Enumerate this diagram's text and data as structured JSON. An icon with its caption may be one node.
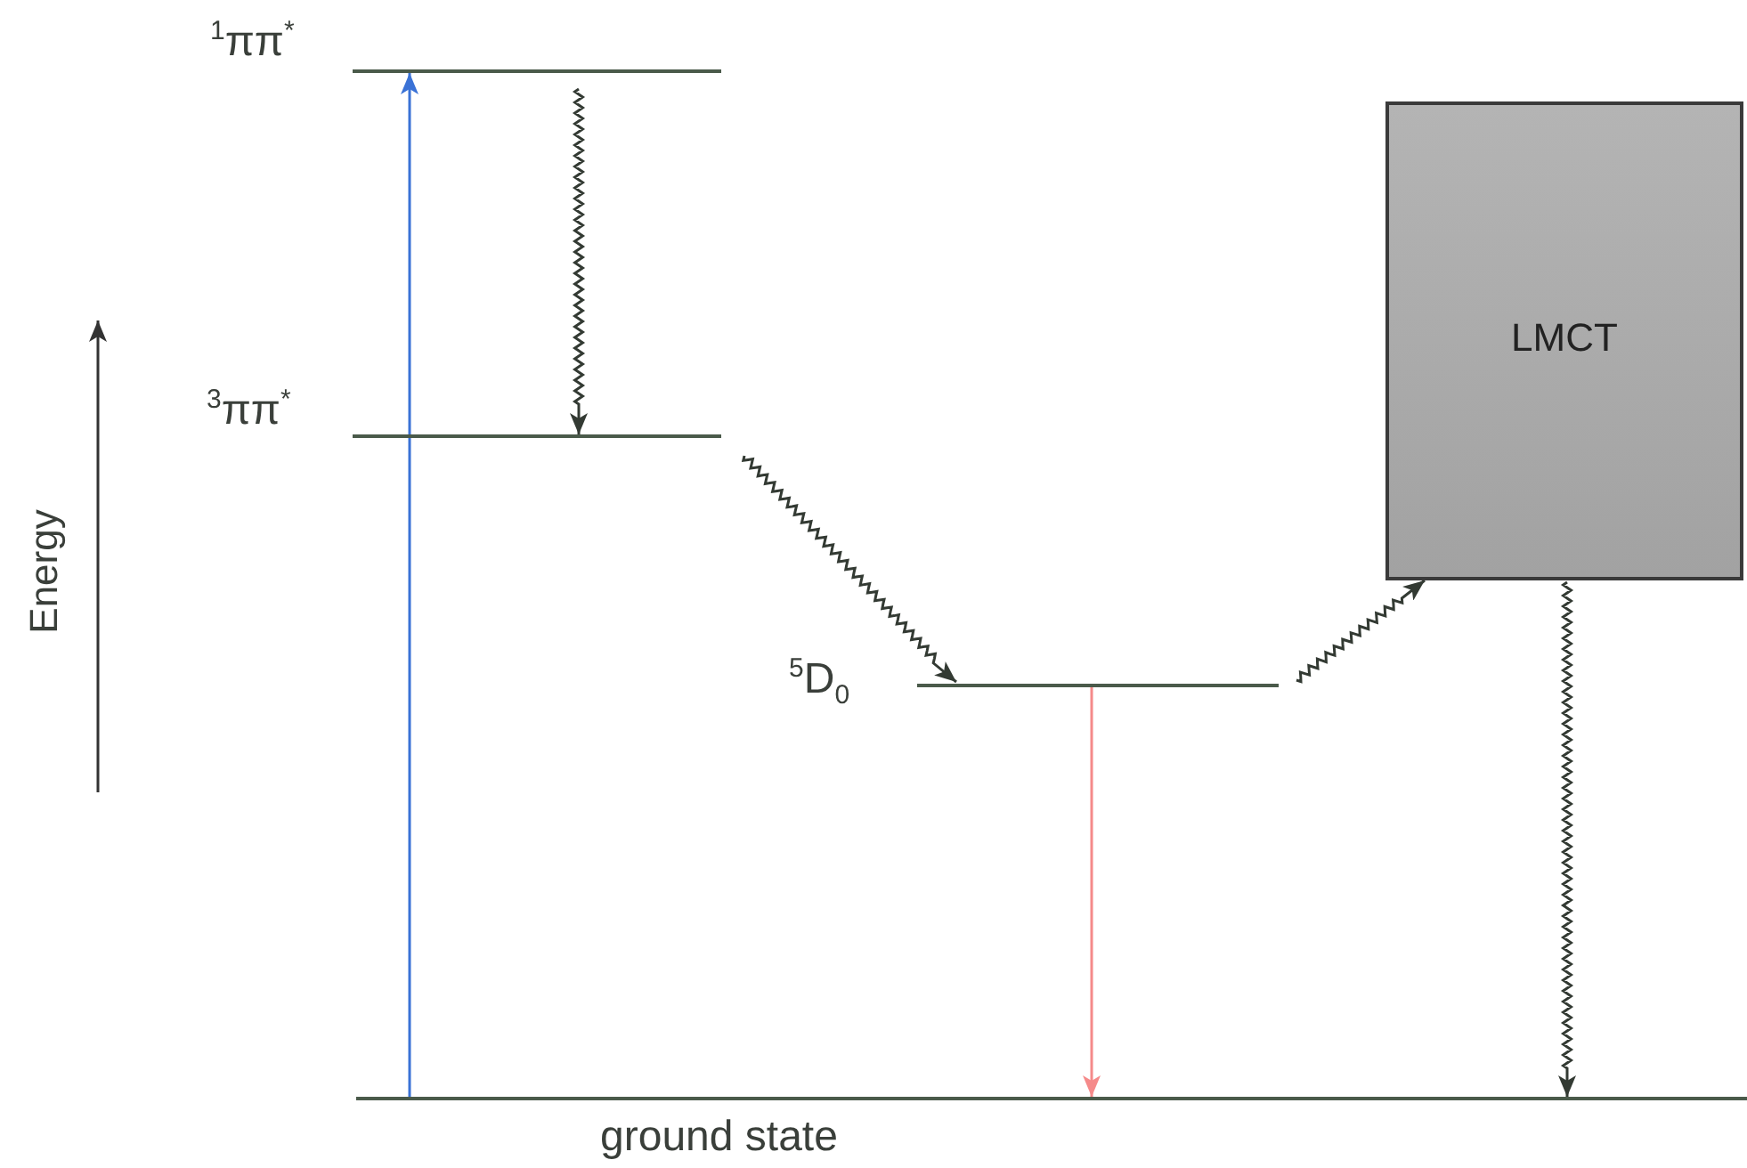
{
  "diagram": {
    "nodes": [
      {
        "text": [],
        "shape": "line",
        "beside": [
          "$^{1}$ππ$^{*}$"
        ]
      },
      {
        "text": [],
        "shape": "line",
        "beside": [
          "$^{3}$ππ$^{*}$"
        ]
      },
      {
        "text": [],
        "shape": "line",
        "beside": [
          "$^{5}$D$_{0}$"
        ]
      },
      {
        "text": [
          "LMCT"
        ]
      },
      {
        "text": [],
        "shape": "line",
        "beside": [
          "ground state"
        ]
      }
    ],
    "edges": [
      {
        "from": 4,
        "to": 0,
        "arrow": "to",
        "color": "#3a72d6"
      },
      {
        "from": 0,
        "to": 1,
        "arrow": "to"
      },
      {
        "from": 1,
        "to": 2,
        "arrow": "to"
      },
      {
        "from": 2,
        "to": 3,
        "arrow": "to"
      },
      {
        "from": 2,
        "to": 4,
        "arrow": "to",
        "color": "#f58a8a"
      },
      {
        "from": 3,
        "to": 4,
        "arrow": "to"
      }
    ],
    "labels": [
      "Energy"
    ]
  }
}
